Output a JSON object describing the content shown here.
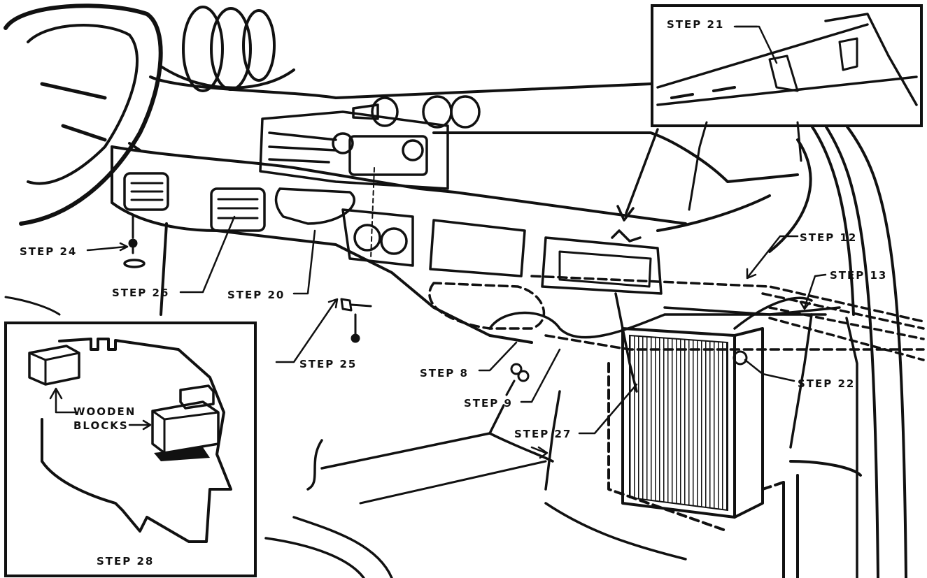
{
  "labels": {
    "step8": "STEP 8",
    "step9": "STEP 9",
    "step12": "STEP 12",
    "step13": "STEP 13",
    "step20": "STEP 20",
    "step21": "STEP 21",
    "step22": "STEP 22",
    "step24": "STEP 24",
    "step25": "STEP 25",
    "step26": "STEP 26",
    "step27": "STEP 27",
    "step28": "STEP 28",
    "wooden": "WOODEN",
    "blocks": "BLOCKS"
  },
  "colors": {
    "ink": "#111111",
    "paper": "#ffffff"
  }
}
